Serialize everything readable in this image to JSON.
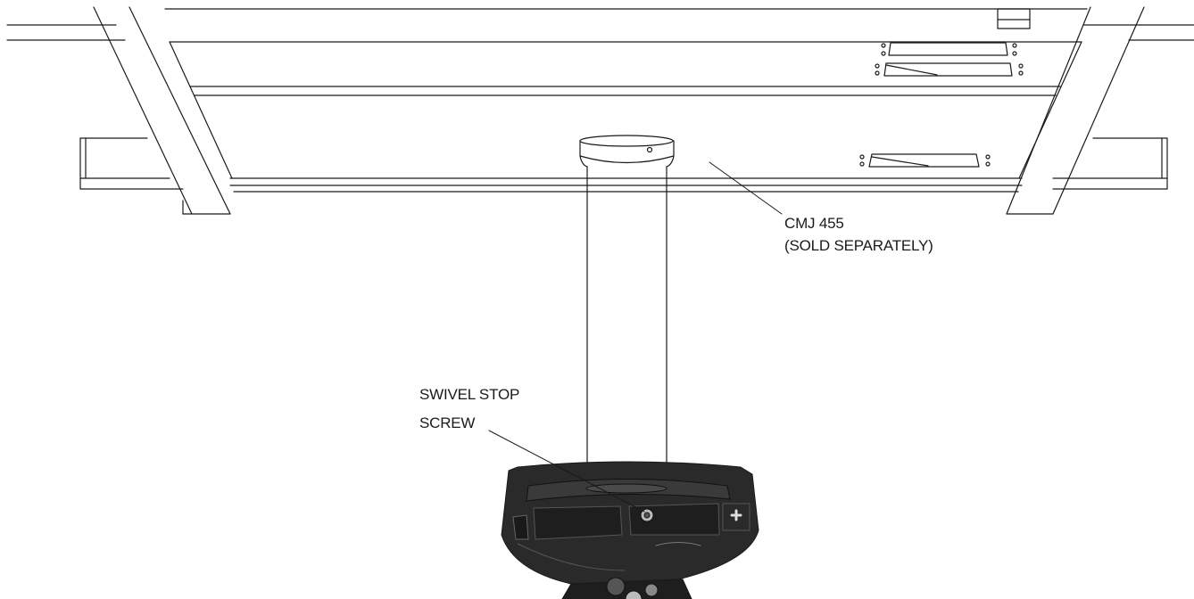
{
  "labels": {
    "cmj_line1": "CMJ 455",
    "cmj_line2": "(SOLD SEPARATELY)",
    "swivel_line1": "SWIVEL STOP",
    "swivel_line2": "SCREW"
  },
  "colors": {
    "line": "#1a1a1a",
    "dark_fill": "#2a2a2a",
    "background": "#ffffff"
  }
}
